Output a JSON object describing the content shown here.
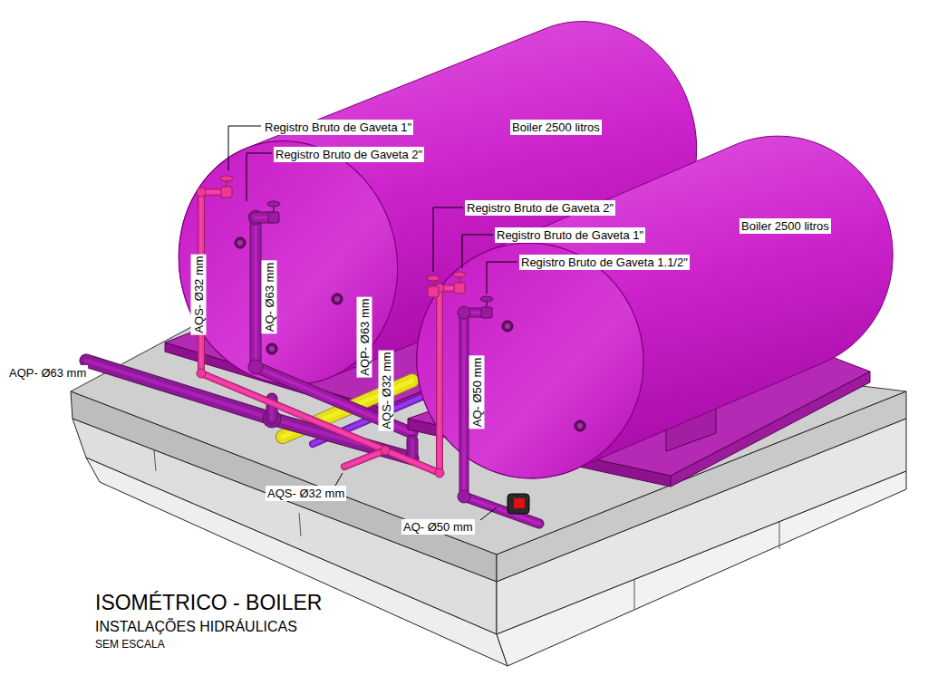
{
  "diagram": {
    "title": "ISOMÉTRICO - BOILER",
    "caption": "INSTALAÇÕES HIDRÁULICAS",
    "labels": [
      "Registro Bruto de Gaveta 1\"",
      "Registro Bruto de Gaveta 2\"",
      "Boiler 2500 litros",
      "Registro Bruto de Gaveta 2\"",
      "Boiler 2500 litros",
      "Registro Bruto de Gaveta 1\"",
      "Registro Bruto de Gaveta 1.1/2\"",
      "AQS- Ø32 mm",
      "AQ- Ø63 mm",
      "AQP- Ø63 mm",
      "AQS- Ø32 mm",
      "AQ- Ø50 mm",
      "AQP- Ø63 mm",
      "AQS- Ø32 mm",
      "AQ- Ø50 mm",
      "SEM ESCALA"
    ]
  }
}
